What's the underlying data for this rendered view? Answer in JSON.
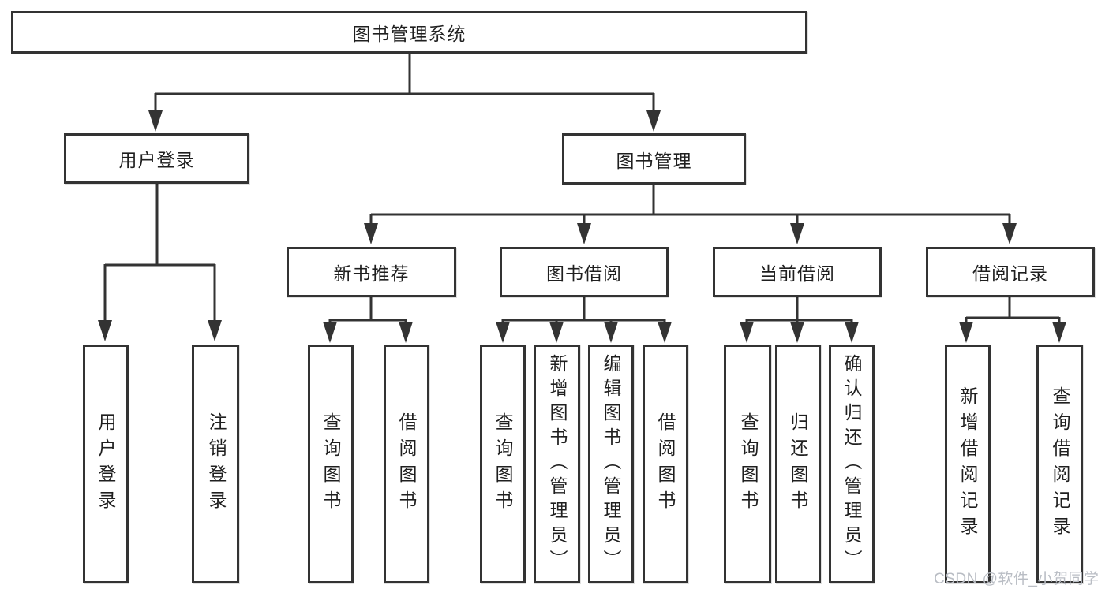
{
  "diagram": {
    "title_node": "图书管理系统",
    "colors": {
      "line": "#333333",
      "text": "#1f1f1f",
      "background": "#ffffff",
      "watermark": "#b9bdc4"
    },
    "tree": {
      "root": "图书管理系统",
      "branches": [
        {
          "label": "用户登录",
          "children": [
            {
              "label": "用户登录"
            },
            {
              "label": "注销登录"
            }
          ]
        },
        {
          "label": "图书管理",
          "children": [
            {
              "label": "新书推荐",
              "children": [
                {
                  "label": "查询图书"
                },
                {
                  "label": "借阅图书"
                }
              ]
            },
            {
              "label": "图书借阅",
              "children": [
                {
                  "label": "查询图书"
                },
                {
                  "label": "新增图书（管理员）"
                },
                {
                  "label": "编辑图书（管理员）"
                },
                {
                  "label": "借阅图书"
                }
              ]
            },
            {
              "label": "当前借阅",
              "children": [
                {
                  "label": "查询图书"
                },
                {
                  "label": "归还图书"
                },
                {
                  "label": "确认归还（管理员）"
                }
              ]
            },
            {
              "label": "借阅记录",
              "children": [
                {
                  "label": "新增借阅记录"
                },
                {
                  "label": "查询借阅记录"
                }
              ]
            }
          ]
        }
      ]
    },
    "watermark": "CSDN @软件_小贺同学"
  }
}
